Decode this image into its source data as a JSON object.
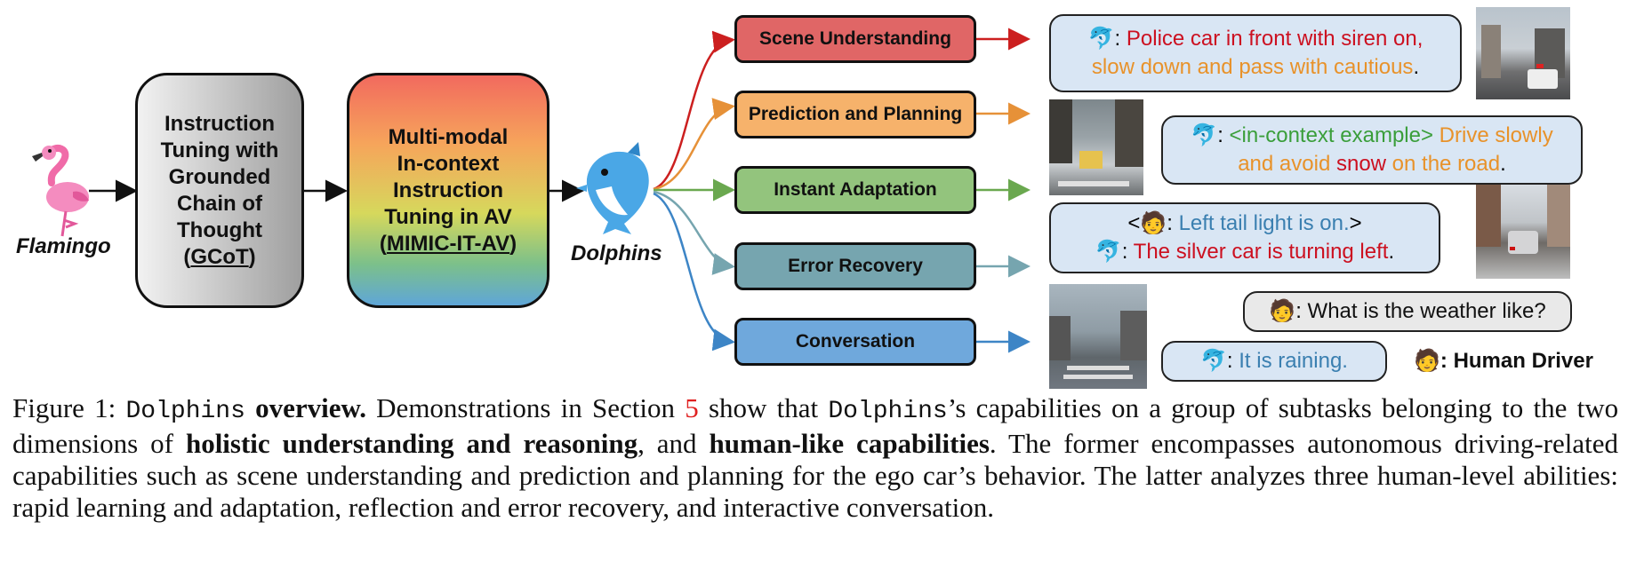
{
  "diagram": {
    "flamingo_label": "Flamingo",
    "dolphins_label": "Dolphins",
    "stage1": [
      "Instruction",
      "Tuning with",
      "Grounded",
      "Chain of",
      "Thought"
    ],
    "stage1_abbr": "GCoT",
    "stage2": [
      "Multi-modal",
      "In-context",
      "Instruction",
      "Tuning in AV"
    ],
    "stage2_abbr": "MIMIC-IT-AV",
    "capabilities": [
      {
        "label": "Scene Understanding",
        "color": "#e06666"
      },
      {
        "label": "Prediction and Planning",
        "color": "#f6b26b"
      },
      {
        "label": "Instant Adaptation",
        "color": "#93c47d"
      },
      {
        "label": "Error Recovery",
        "color": "#76a5af"
      },
      {
        "label": "Conversation",
        "color": "#6fa8dc"
      }
    ],
    "arrow_colors": [
      "#cc1f1f",
      "#e69138",
      "#6aa84f",
      "#76a5af",
      "#3d85c6"
    ],
    "bubbles": {
      "b1_l1": "Police car in front with siren on,",
      "b1_l2": "slow down and pass with cautious",
      "b2_l1a": "<in-context example>",
      "b2_l1b": "Drive slowly",
      "b2_l2a": "and avoid",
      "b2_l2b": "snow",
      "b2_l2c": "on the road",
      "b3_l1": "Left tail light is on.",
      "b3_l2": "The silver car is turning left",
      "b4": "What is the weather like?",
      "b5": "It is raining."
    },
    "human_driver": "Human Driver"
  },
  "caption": {
    "prefix": "Figure 1:",
    "name": "Dolphins",
    "title": "overview.",
    "t1": "Demonstrations in Section",
    "ref": "5",
    "t2": "show that",
    "t3": "’s capabilities on a group of subtasks belonging to the two dimensions of",
    "b1": "holistic understanding and reasoning",
    "t4": ", and",
    "b2": "human-like capabilities",
    "t5": ". The former encompasses autonomous driving-related capabilities such as scene understanding and prediction and planning for the ego car’s behavior. The latter analyzes three human-level abilities: rapid learning and adaptation, reflection and error recovery, and interactive conversation."
  }
}
